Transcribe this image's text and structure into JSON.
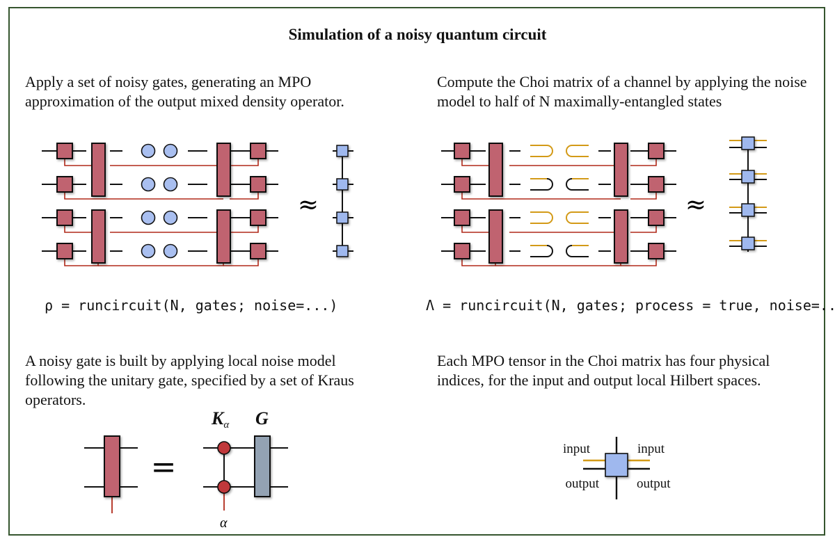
{
  "title": "Simulation of a noisy quantum circuit",
  "top_left": {
    "text": "Apply a set of noisy gates, generating an MPO approximation of the output mixed density operator.",
    "code": "ρ = runcircuit(N, gates; noise=...)"
  },
  "top_right": {
    "text": "Compute the Choi matrix of a channel by applying the noise model to half of N maximally-entangled states",
    "code": "Λ = runcircuit(N, gates; process = true, noise=...)"
  },
  "bottom_left": {
    "text": "A noisy gate is built by applying local noise model following the unitary gate, specified by a set of Kraus operators.",
    "kraus_label": "K",
    "kraus_subscript": "α",
    "gate_label": "G",
    "index_label": "α"
  },
  "bottom_right": {
    "text": "Each MPO tensor in the Choi matrix has four physical indices, for the input and output local Hilbert spaces.",
    "labels": {
      "input_left": "input",
      "input_right": "input",
      "output_left": "output",
      "output_right": "output"
    }
  },
  "symbols": {
    "approx": "≈",
    "equals": "="
  },
  "colors": {
    "gate": "#c0646f",
    "bond": "#b02818",
    "mpo": "#9fb8ee",
    "unitary": "#93a2b3",
    "input_leg": "#d39a17",
    "kraus": "#c0393a",
    "border": "#35552e"
  }
}
